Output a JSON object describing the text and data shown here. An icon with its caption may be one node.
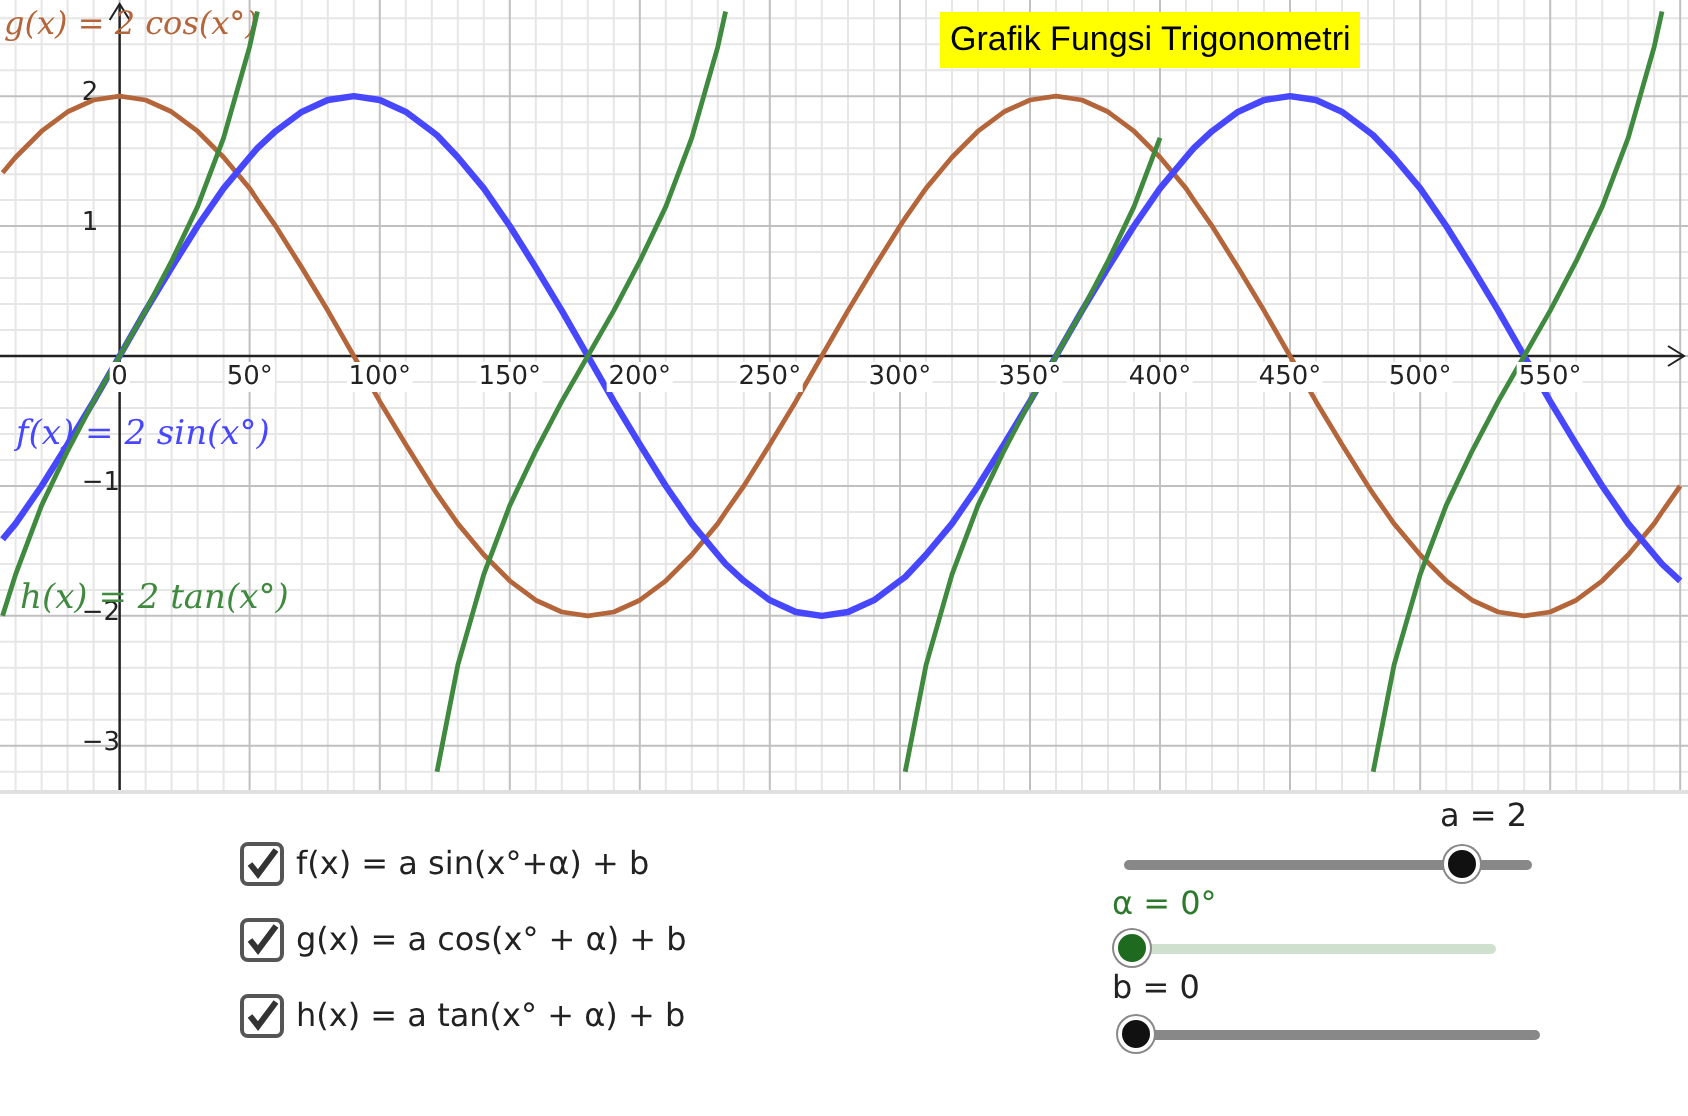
{
  "diagram": {
    "title": "Grafik Fungsi Trigonometri",
    "labels": [
      "f(x) = a sin(x°+α) + b",
      "g(x) = a cos(x° + α) + b",
      "h(x) = a tan(x° + α) + b",
      "a = 2",
      "α = 0°",
      "b = 0"
    ],
    "chart_data": {
      "type": "line",
      "x": [
        -45,
        -40,
        -30,
        -20,
        -10,
        0,
        10,
        20,
        30,
        40,
        50,
        53,
        60,
        70,
        80,
        90,
        100,
        110,
        120,
        122,
        130,
        140,
        150,
        160,
        170,
        180,
        190,
        200,
        210,
        220,
        230,
        233,
        240,
        250,
        260,
        270,
        280,
        290,
        300,
        302,
        310,
        320,
        330,
        340,
        350,
        360,
        370,
        380,
        390,
        400,
        410,
        413,
        420,
        430,
        440,
        450,
        460,
        470,
        480,
        482,
        490,
        500,
        510,
        520,
        530,
        540,
        550,
        560,
        570,
        580,
        590,
        593,
        600
      ],
      "xlim": [
        -46,
        603
      ],
      "ylim": [
        -3.34,
        2.74
      ],
      "xticks": [
        {
          "value": 0,
          "label": "0"
        },
        {
          "value": 50,
          "label": "50°"
        },
        {
          "value": 100,
          "label": "100°"
        },
        {
          "value": 150,
          "label": "150°"
        },
        {
          "value": 200,
          "label": "200°"
        },
        {
          "value": 250,
          "label": "250°"
        },
        {
          "value": 300,
          "label": "300°"
        },
        {
          "value": 350,
          "label": "350°"
        },
        {
          "value": 400,
          "label": "400°"
        },
        {
          "value": 450,
          "label": "450°"
        },
        {
          "value": 500,
          "label": "500°"
        },
        {
          "value": 550,
          "label": "550°"
        }
      ],
      "yticks": [
        -3,
        -2,
        -1,
        1,
        2
      ],
      "grid": true,
      "series": [
        {
          "name": "g(x) = 2 cos(x°)",
          "color": "#b5653a",
          "values": [
            1.41,
            1.53,
            1.73,
            1.88,
            1.97,
            2,
            1.97,
            1.88,
            1.73,
            1.53,
            1.29,
            1.2,
            1,
            0.68,
            0.35,
            0,
            -0.35,
            -0.68,
            -1,
            -1.06,
            -1.29,
            -1.53,
            -1.73,
            -1.88,
            -1.97,
            -2,
            -1.97,
            -1.88,
            -1.73,
            -1.53,
            -1.29,
            -1.2,
            -1,
            -0.68,
            -0.35,
            0,
            0.35,
            0.68,
            1,
            1.06,
            1.29,
            1.53,
            1.73,
            1.88,
            1.97,
            2,
            1.97,
            1.88,
            1.73,
            1.53,
            1.29,
            1.2,
            1,
            0.68,
            0.35,
            0,
            -0.35,
            -0.68,
            -1,
            -1.06,
            -1.29,
            -1.53,
            -1.73,
            -1.88,
            -1.97,
            -2,
            -1.97,
            -1.88,
            -1.73,
            -1.53,
            -1.29,
            -1.2,
            -1
          ]
        },
        {
          "name": "f(x) = 2 sin(x°)",
          "color": "#4747ff",
          "values": [
            -1.41,
            -1.29,
            -1,
            -0.68,
            -0.35,
            0,
            0.35,
            0.68,
            1,
            1.29,
            1.53,
            1.6,
            1.73,
            1.88,
            1.97,
            2,
            1.97,
            1.88,
            1.73,
            1.7,
            1.53,
            1.29,
            1,
            0.68,
            0.35,
            0,
            -0.35,
            -0.68,
            -1,
            -1.29,
            -1.53,
            -1.6,
            -1.73,
            -1.88,
            -1.97,
            -2,
            -1.97,
            -1.88,
            -1.73,
            -1.7,
            -1.53,
            -1.29,
            -1,
            -0.68,
            -0.35,
            0,
            0.35,
            0.68,
            1,
            1.29,
            1.53,
            1.6,
            1.73,
            1.88,
            1.97,
            2,
            1.97,
            1.88,
            1.73,
            1.7,
            1.53,
            1.29,
            1,
            0.68,
            0.35,
            0,
            -0.35,
            -0.68,
            -1,
            -1.29,
            -1.53,
            -1.6,
            -1.73
          ]
        },
        {
          "name": "h(x) = 2 tan(x°)",
          "color": "#3f8a3f",
          "values": [
            -2,
            -1.68,
            -1.15,
            -0.73,
            -0.35,
            0,
            0.35,
            0.73,
            1.15,
            1.68,
            2.38,
            2.65,
            null,
            null,
            null,
            null,
            null,
            null,
            null,
            -3.2,
            -2.38,
            -1.68,
            -1.15,
            -0.73,
            -0.35,
            0,
            0.35,
            0.73,
            1.15,
            1.68,
            2.38,
            2.65,
            null,
            null,
            null,
            null,
            null,
            null,
            null,
            -3.2,
            -2.38,
            -1.68,
            -1.15,
            -0.73,
            -0.35,
            0,
            0.35,
            0.73,
            1.15,
            1.68,
            null,
            null,
            null,
            null,
            null,
            null,
            null,
            null,
            null,
            -3.2,
            -2.38,
            -1.68,
            -1.15,
            -0.73,
            -0.35,
            0,
            0.35,
            0.73,
            1.15,
            1.68,
            2.38,
            2.65,
            null
          ]
        }
      ]
    }
  }
}
